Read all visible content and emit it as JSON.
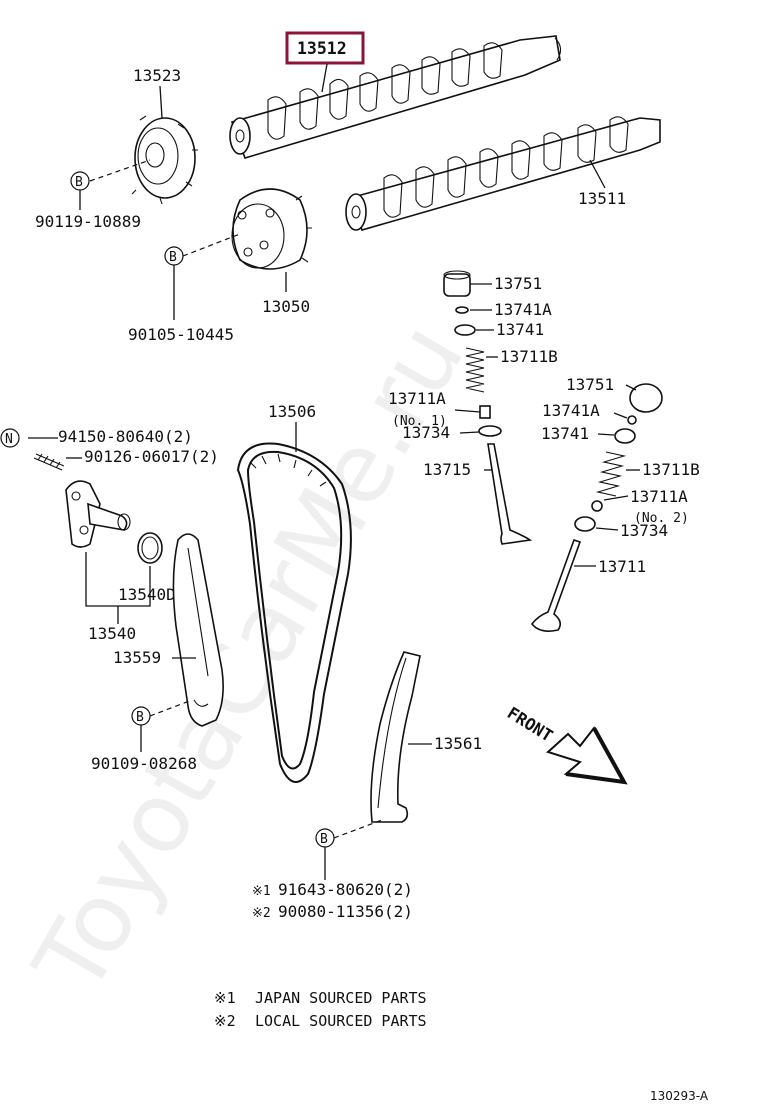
{
  "highlight_color": "#8a1538",
  "labels": {
    "p13512": "13512",
    "p13523": "13523",
    "p13511": "13511",
    "p13050": "13050",
    "p13751_a": "13751",
    "p13741A_a": "13741A",
    "p13741_a": "13741",
    "p13711B_a": "13711B",
    "p13711A_a": "13711A",
    "no1": "(No. 1)",
    "p13734_a": "13734",
    "p13715": "13715",
    "p13751_b": "13751",
    "p13741A_b": "13741A",
    "p13741_b": "13741",
    "p13711B_b": "13711B",
    "p13711A_b": "13711A",
    "no2": "(No. 2)",
    "p13734_b": "13734",
    "p13711": "13711",
    "p13506": "13506",
    "p13540D": "13540D",
    "p13540": "13540",
    "p13559": "13559",
    "p13561": "13561",
    "b90119": "90119-10889",
    "b90105": "90105-10445",
    "b94150": "94150-80640(2)",
    "b90126": "90126-06017(2)",
    "b90109": "90109-08268",
    "b91643": "91643-80620(2)",
    "b90080": "90080-11356(2)",
    "mark1": "※1",
    "mark2": "※2",
    "front": "FRONT",
    "circle_b": "B",
    "circle_n": "N"
  },
  "notes": [
    {
      "mark": "※1",
      "text": "JAPAN SOURCED PARTS"
    },
    {
      "mark": "※2",
      "text": "LOCAL SOURCED PARTS"
    }
  ],
  "ref": "130293-A",
  "watermark": "ToyotaCarMe.ru"
}
